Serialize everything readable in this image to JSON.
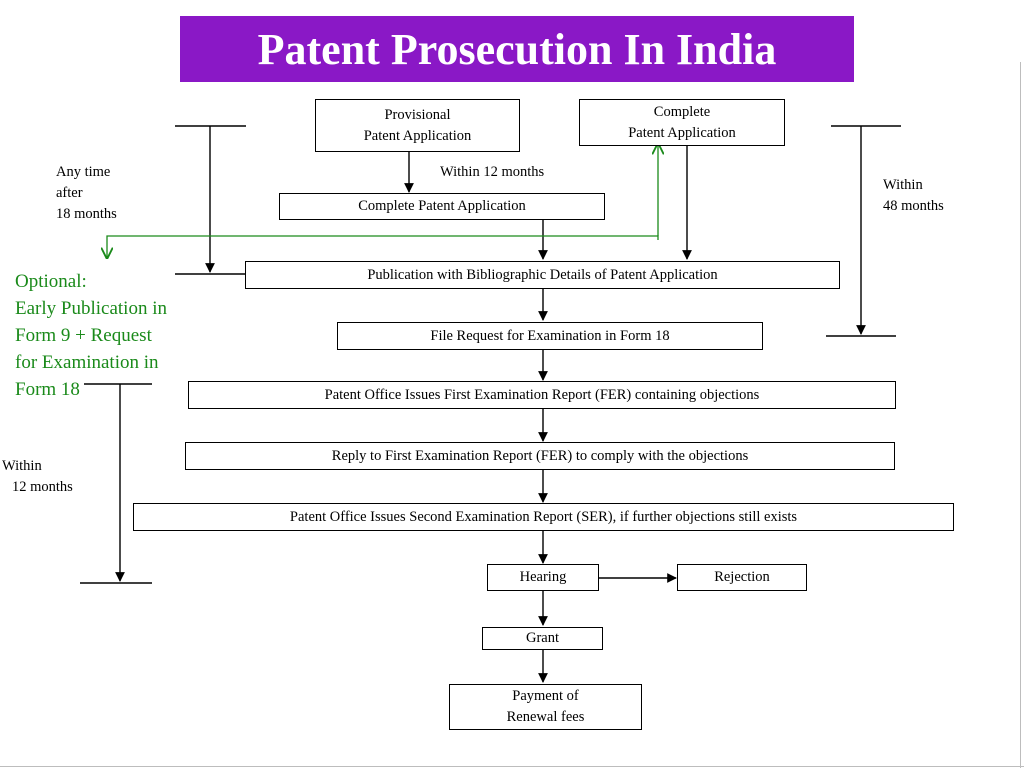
{
  "title": "Patent Prosecution In India",
  "boxes": {
    "provisional": {
      "line1": "Provisional",
      "line2": "Patent Application"
    },
    "complete_top": {
      "line1": "Complete",
      "line2": "Patent Application"
    },
    "complete_mid": "Complete Patent Application",
    "publication": "Publication with Bibliographic Details of Patent Application",
    "exam_request": "File Request for Examination in Form 18",
    "fer": "Patent Office Issues First Examination Report (FER) containing objections",
    "reply": "Reply to First Examination Report (FER) to comply with the objections",
    "ser": "Patent Office Issues Second Examination Report (SER), if further objections still exists",
    "hearing": "Hearing",
    "rejection": "Rejection",
    "grant": "Grant",
    "renewal": {
      "line1": "Payment of",
      "line2": "Renewal fees"
    }
  },
  "labels": {
    "within_12_months_top": "Within 12 months",
    "any_time": {
      "line1": "Any time",
      "line2": "after",
      "line3": "18 months"
    },
    "within_48": {
      "line1": "Within",
      "line2": "48 months"
    },
    "within_12_left": {
      "line1": "Within",
      "line2": "12 months"
    }
  },
  "optional": {
    "lines": [
      "Optional:",
      "Early Publication in",
      "Form 9 + Request",
      "for Examination in",
      "Form 18"
    ]
  },
  "colors": {
    "title_background": "#8a18c6",
    "title_text": "#ffffff",
    "optional_text": "#1a8a1a",
    "optional_arrow": "#1a8a1a"
  }
}
